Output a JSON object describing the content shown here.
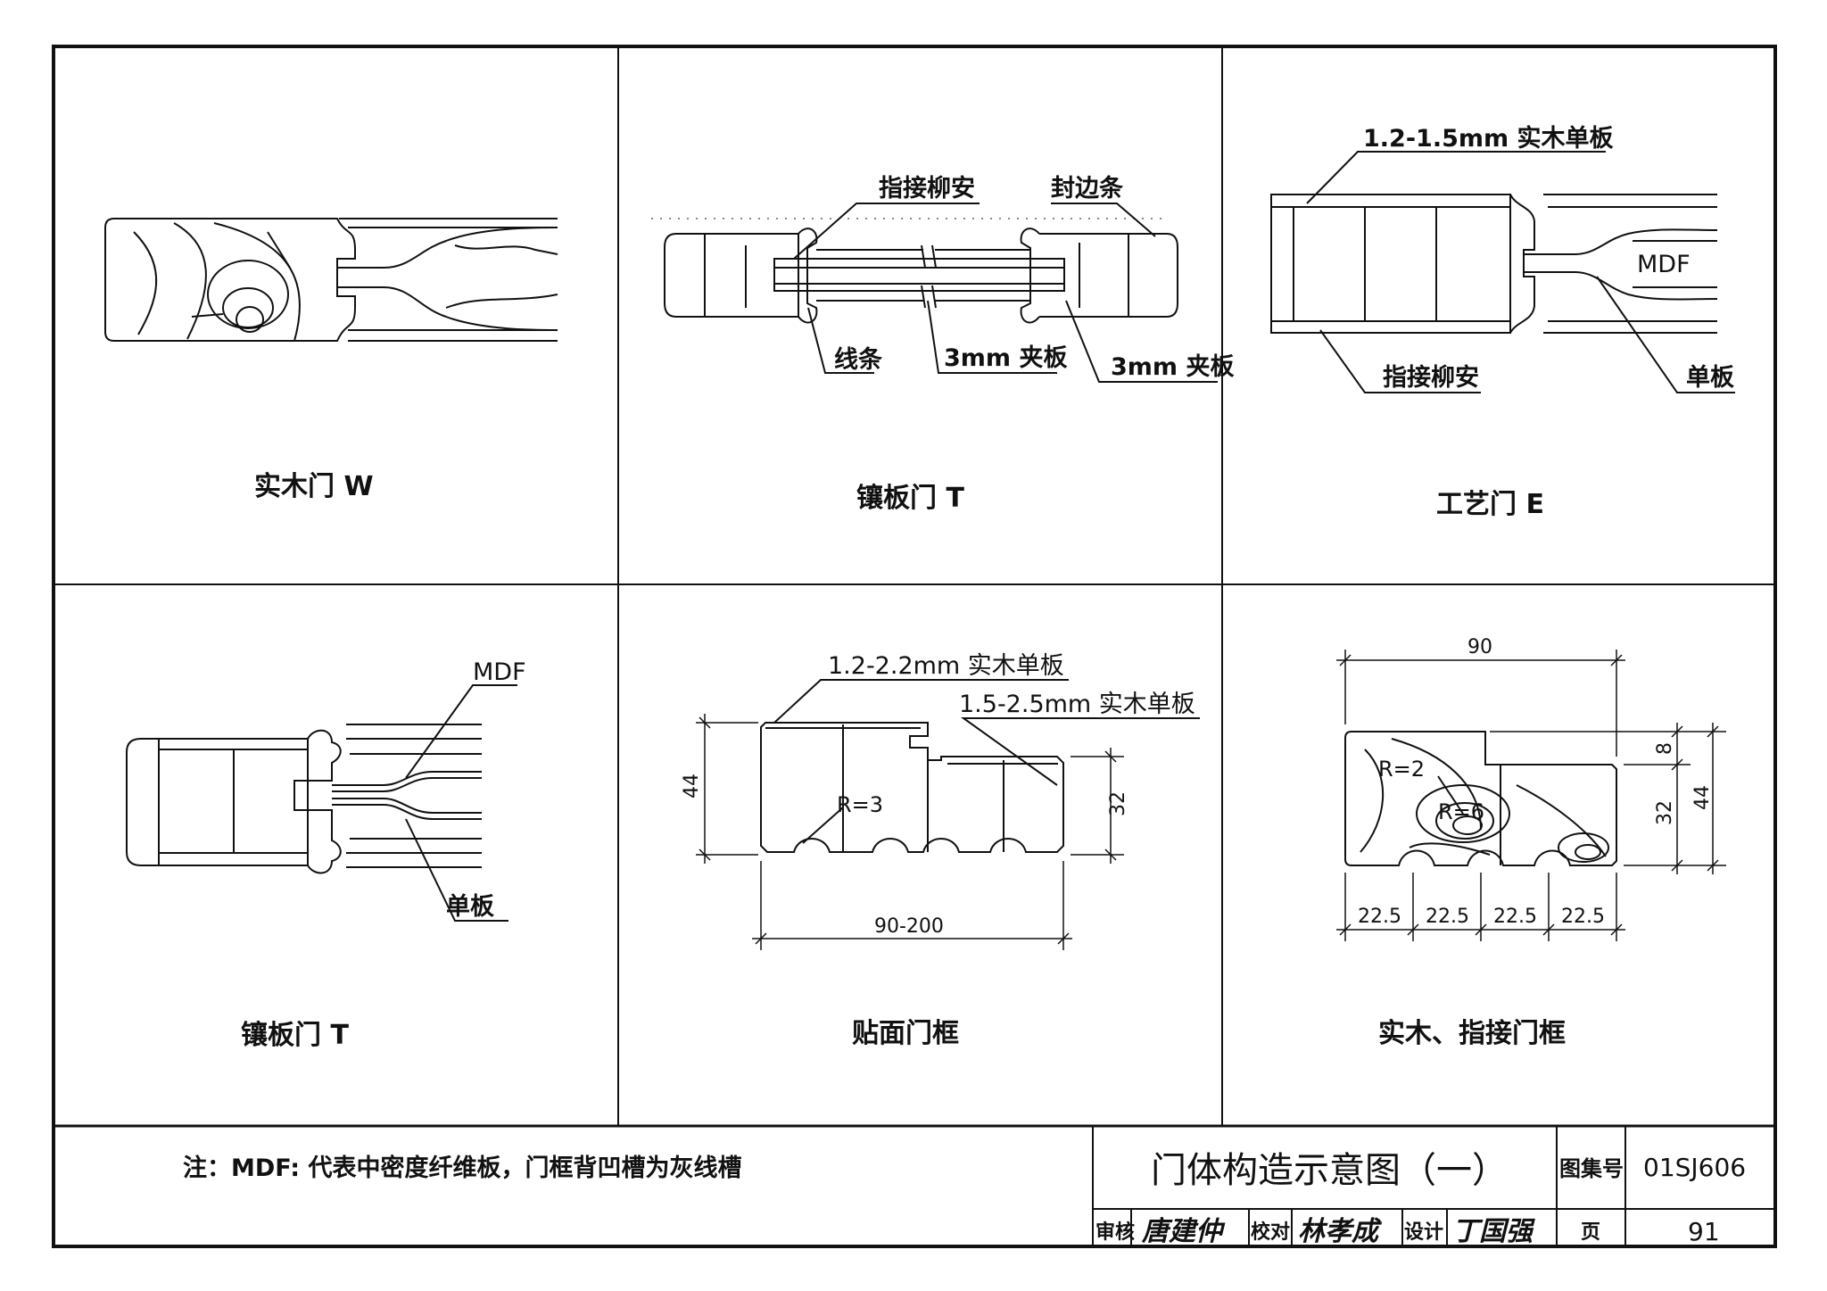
{
  "panels": {
    "p1": {
      "caption": "实木门 W"
    },
    "p2": {
      "caption": "镶板门 T",
      "labels": [
        "指接柳安",
        "封边条",
        "线条",
        "3mm 夹板",
        "3mm 夹板"
      ]
    },
    "p3": {
      "caption": "工艺门 E",
      "labels": [
        "1.2-1.5mm 实木单板",
        "MDF",
        "指接柳安",
        "单板"
      ]
    },
    "p4": {
      "caption": "镶板门  T",
      "labels": [
        "MDF",
        "单板"
      ]
    },
    "p5": {
      "caption": "贴面门框",
      "labels": [
        "1.2-2.2mm 实木单板",
        "1.5-2.5mm 实木单板",
        "R=3"
      ],
      "dims": [
        "44",
        "32",
        "90-200"
      ]
    },
    "p6": {
      "caption": "实木、指接门框",
      "labels": [
        "R=2",
        "R=6"
      ],
      "dims": [
        "90",
        "8",
        "32",
        "44",
        "22.5",
        "22.5",
        "22.5",
        "22.5"
      ]
    }
  },
  "note": "注：MDF: 代表中密度纤维板，门框背凹槽为灰线槽",
  "title_block": {
    "title": "门体构造示意图（一）",
    "atlas_label": "图集号",
    "atlas_no": "01SJ606",
    "review_label": "审核",
    "review_sig": "唐建仲",
    "check_label": "校对",
    "check_sig": "林孝成",
    "design_label": "设计",
    "design_sig": "丁国强",
    "page_label": "页",
    "page_no": "91"
  }
}
